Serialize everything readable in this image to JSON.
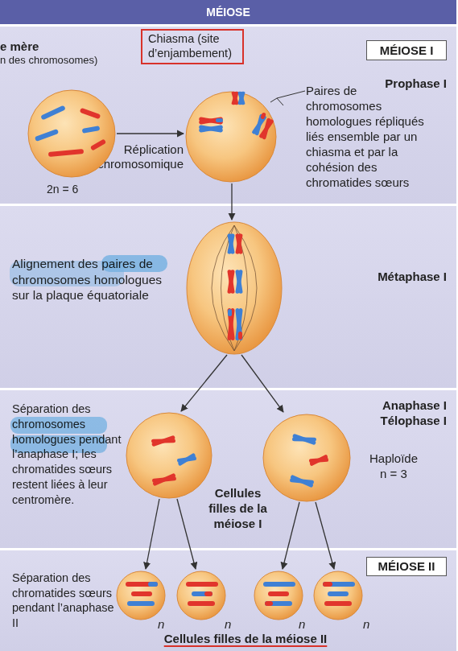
{
  "diagram": {
    "title": "MÉIOSE",
    "nodes": [
      {
        "text": [
          "e mère",
          "n des chromosomes)",
          "Prophase I",
          "Paires de chromosomes homologues répliqués liés ensemble par un chiasma et par la cohésion des chromatides sœurs",
          "Réplication chromosomique",
          "2n = 6"
        ]
      },
      {
        "text": [
          "MÉIOSE I"
        ],
        "in": 0
      },
      {
        "text": [
          "Chiasma (site d’enjambement)"
        ],
        "in": 0
      },
      {
        "text": [
          "Alignement des paires de chromosomes homologues sur la plaque équatoriale",
          "Métaphase I"
        ]
      },
      {
        "text": [
          "Séparation des chromosomes homologues pendant l’anaphase I; les chromatides sœurs restent liées à leur centromère.",
          "Anaphase I Télophase I",
          "Haploïde n = 3",
          "Cellules filles de la méiose I"
        ]
      },
      {
        "text": [
          "Séparation des chromatides sœurs pendant l’anaphase II",
          "n",
          "n",
          "n",
          "n"
        ]
      },
      {
        "text": [
          "MÉIOSE II"
        ],
        "in": 5
      }
    ],
    "labels": [
      "Cellules filles de la méiose II"
    ]
  }
}
